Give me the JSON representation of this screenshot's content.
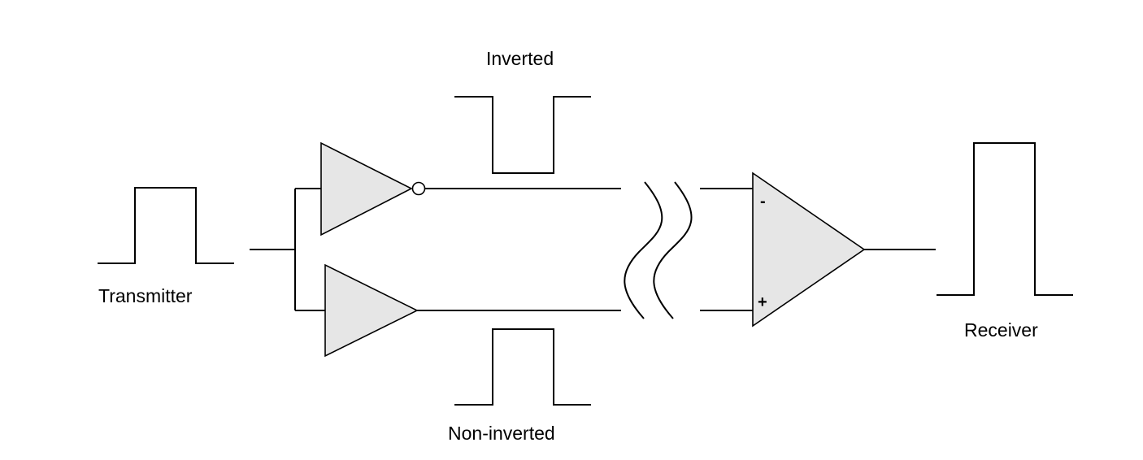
{
  "labels": {
    "transmitter": "Transmitter",
    "inverted": "Inverted",
    "non_inverted": "Non-inverted",
    "receiver": "Receiver"
  },
  "receiver_inputs": {
    "minus": "-",
    "plus": "+"
  },
  "colors": {
    "stroke": "#000000",
    "amplifier_fill": "#e6e6e6",
    "background": "#ffffff"
  }
}
